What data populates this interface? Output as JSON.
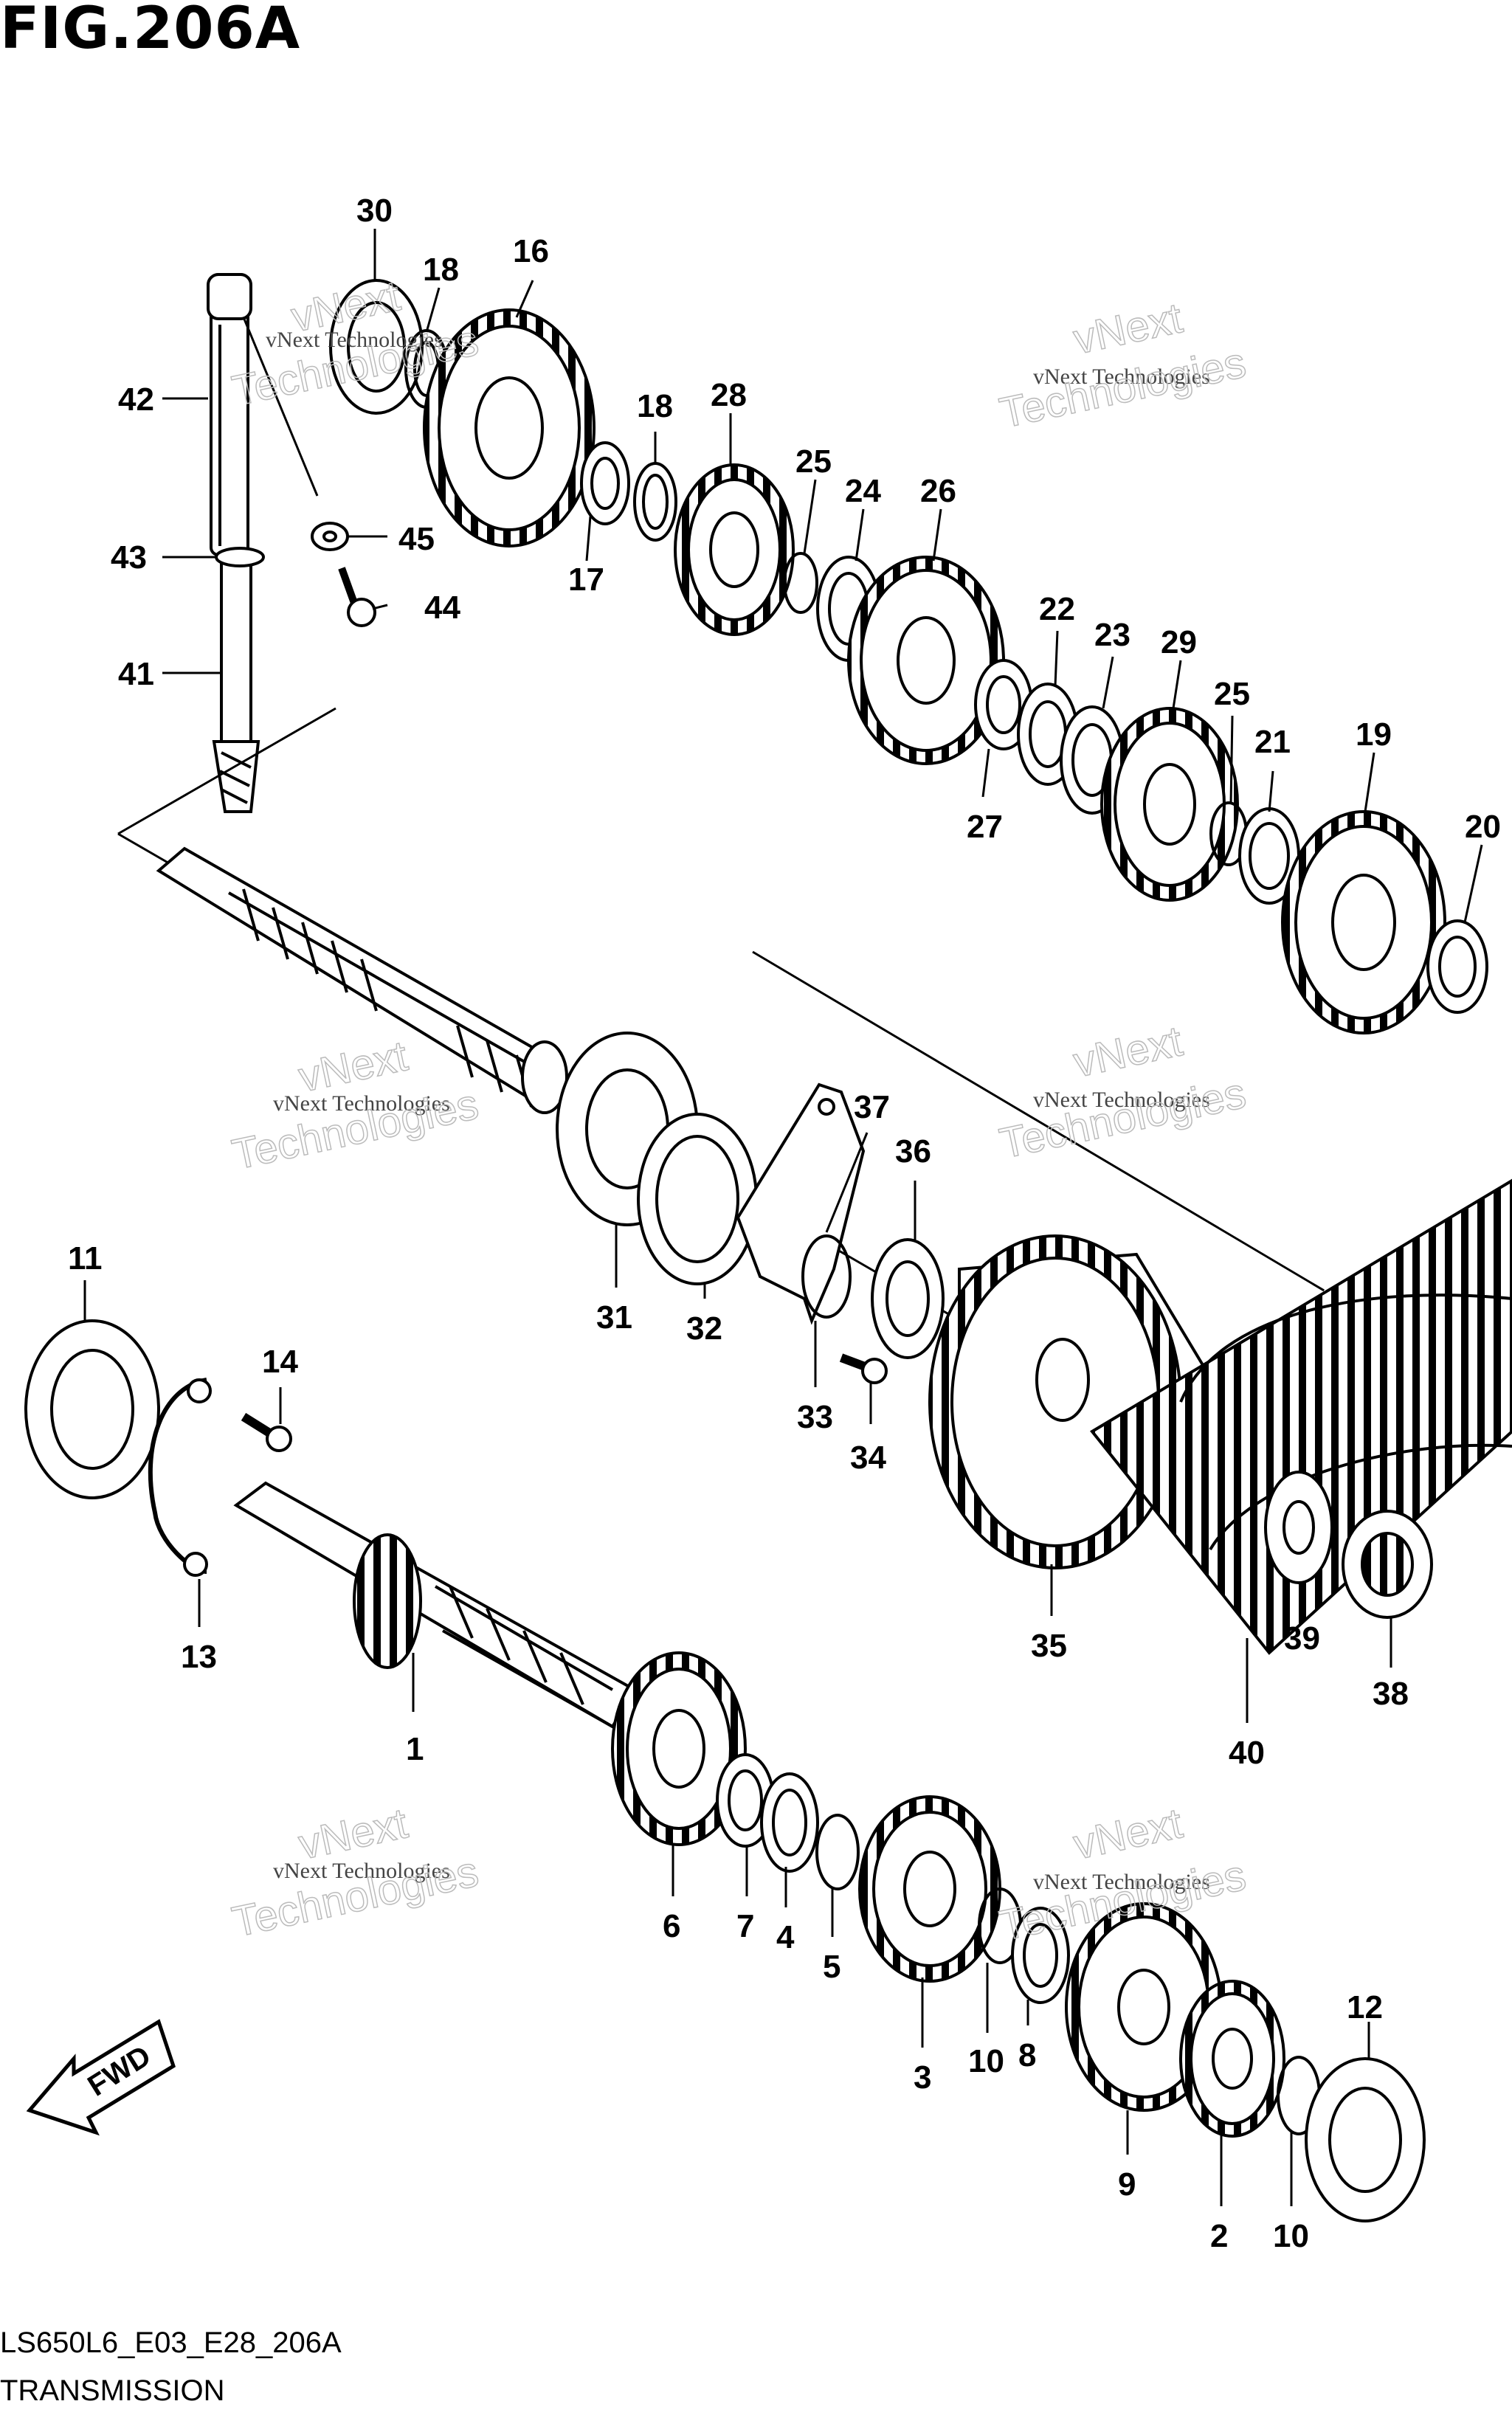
{
  "figure": {
    "title": "FIG.206A",
    "code": "LS650L6_E03_E28_206A",
    "name": "TRANSMISSION"
  },
  "fwd_label": "FWD",
  "watermark": {
    "line1": "vNext Technologies",
    "line2": "vNext",
    "line3": "Technologies"
  },
  "callouts": [
    {
      "num": "1"
    },
    {
      "num": "2"
    },
    {
      "num": "3"
    },
    {
      "num": "4"
    },
    {
      "num": "5"
    },
    {
      "num": "6"
    },
    {
      "num": "7"
    },
    {
      "num": "8"
    },
    {
      "num": "9"
    },
    {
      "num": "10"
    },
    {
      "num": "10"
    },
    {
      "num": "11"
    },
    {
      "num": "12"
    },
    {
      "num": "13"
    },
    {
      "num": "14"
    },
    {
      "num": "16"
    },
    {
      "num": "17"
    },
    {
      "num": "18"
    },
    {
      "num": "18"
    },
    {
      "num": "19"
    },
    {
      "num": "20"
    },
    {
      "num": "21"
    },
    {
      "num": "22"
    },
    {
      "num": "23"
    },
    {
      "num": "24"
    },
    {
      "num": "25"
    },
    {
      "num": "25"
    },
    {
      "num": "26"
    },
    {
      "num": "27"
    },
    {
      "num": "28"
    },
    {
      "num": "29"
    },
    {
      "num": "30"
    },
    {
      "num": "31"
    },
    {
      "num": "32"
    },
    {
      "num": "33"
    },
    {
      "num": "34"
    },
    {
      "num": "35"
    },
    {
      "num": "36"
    },
    {
      "num": "37"
    },
    {
      "num": "38"
    },
    {
      "num": "39"
    },
    {
      "num": "40"
    },
    {
      "num": "41"
    },
    {
      "num": "42"
    },
    {
      "num": "43"
    },
    {
      "num": "44"
    },
    {
      "num": "45"
    }
  ]
}
